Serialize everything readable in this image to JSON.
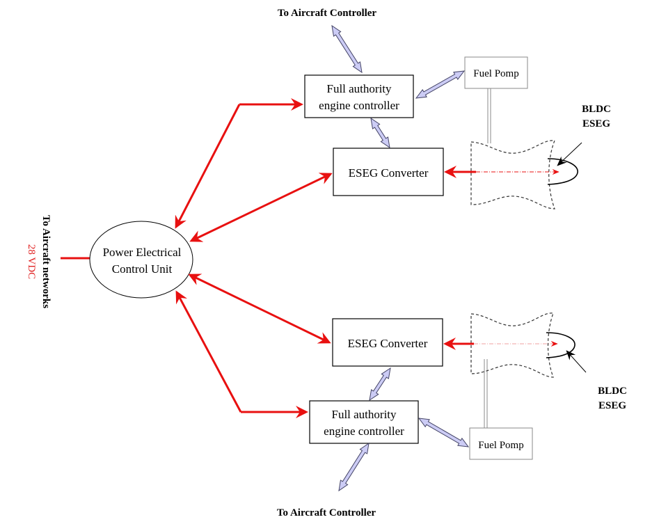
{
  "diagram": {
    "top_controller_label": "To Aircraft Controller",
    "bottom_controller_label": "To Aircraft Controller",
    "network_label": "To Aircraft networks",
    "voltage_label": "28 VDC",
    "central_unit": {
      "line1": "Power Electrical",
      "line2": "Control Unit"
    },
    "top_fadec": {
      "line1": "Full authority",
      "line2": "engine controller"
    },
    "bottom_fadec": {
      "line1": "Full authority",
      "line2": "engine controller"
    },
    "top_converter": "ESEG Converter",
    "bottom_converter": "ESEG Converter",
    "top_pump": "Fuel Pomp",
    "bottom_pump": "Fuel Pomp",
    "top_generator": {
      "line1": "BLDC",
      "line2": "ESEG"
    },
    "bottom_generator": {
      "line1": "BLDC",
      "line2": "ESEG"
    }
  },
  "colors": {
    "power_line": "#e81010",
    "data_arrow_fill": "#ccccf5",
    "data_arrow_stroke": "#444466",
    "voltage_text": "#e02020"
  }
}
